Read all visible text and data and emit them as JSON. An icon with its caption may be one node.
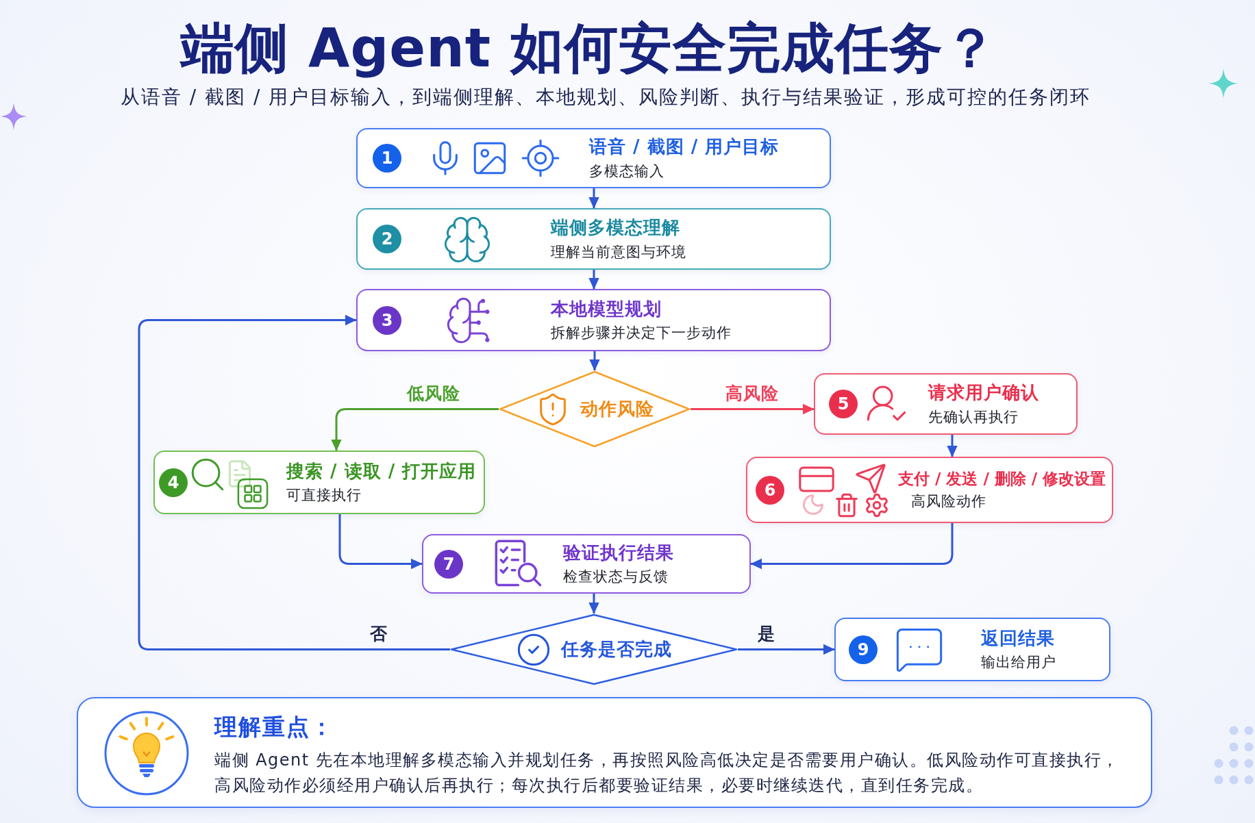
{
  "diagram": {
    "title": "端侧 Agent 如何安全完成任务？",
    "nodes": [
      {
        "text": [
          "1",
          "语音 / 截图 / 用户目标",
          "多模态输入"
        ]
      },
      {
        "text": [
          "2",
          "端侧多模态理解",
          "理解当前意图与环境"
        ]
      },
      {
        "text": [
          "3",
          "本地模型规划",
          "拆解步骤并决定下一步动作"
        ]
      },
      {
        "text": [
          "动作风险"
        ]
      },
      {
        "text": [
          "4",
          "搜索 / 读取 / 打开应用",
          "可直接执行"
        ]
      },
      {
        "text": [
          "5",
          "请求用户确认",
          "先确认再执行"
        ]
      },
      {
        "text": [
          "6",
          "支付 / 发送 / 删除 / 修改设置",
          "高风险动作"
        ]
      },
      {
        "text": [
          "7",
          "验证执行结果",
          "检查状态与反馈"
        ]
      },
      {
        "text": [
          "任务是否完成"
        ]
      },
      {
        "text": [
          "9",
          "返回结果",
          "输出给用户"
        ]
      },
      {
        "text": [
          "理解重点：",
          "端侧 Agent 先在本地理解多模态输入并规划任务，再按照风险高低决定是否需要用户确认。低风险动作可直接执行，高风险动作必须经用户确认后再执行；每次执行后都要验证结果，必要时继续迭代，直到任务完成。"
        ]
      }
    ],
    "edges": [
      {
        "from": 0,
        "to": 1,
        "arrow": "to"
      },
      {
        "from": 1,
        "to": 2,
        "arrow": "to"
      },
      {
        "from": 2,
        "to": 3,
        "arrow": "to"
      },
      {
        "from": 3,
        "to": 4,
        "arrow": "to",
        "label": "低风险",
        "color": "#4aa02c"
      },
      {
        "from": 3,
        "to": 5,
        "arrow": "to",
        "label": "高风险",
        "color": "#f0405a"
      },
      {
        "from": 5,
        "to": 6,
        "arrow": "to"
      },
      {
        "from": 4,
        "to": 7,
        "arrow": "to"
      },
      {
        "from": 6,
        "to": 7,
        "arrow": "to"
      },
      {
        "from": 7,
        "to": 8,
        "arrow": "to"
      },
      {
        "from": 8,
        "to": 2,
        "arrow": "to",
        "label": "否"
      },
      {
        "from": 8,
        "to": 9,
        "arrow": "to",
        "label": "是"
      }
    ],
    "labels": [
      "从语音 / 截图 / 用户目标输入，到端侧理解、本地规划、风险判断、执行与结果验证，形成可控的任务闭环"
    ]
  }
}
